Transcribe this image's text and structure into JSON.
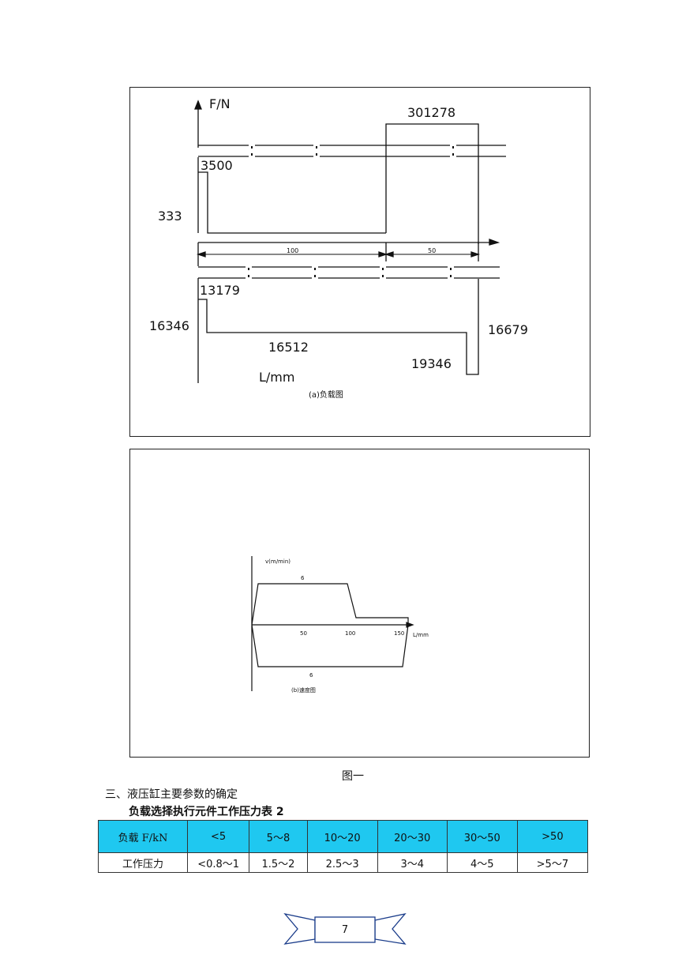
{
  "figure_a": {
    "y_axis_label": "F/N",
    "x_axis_label": "L/mm",
    "caption": "(a)负载图",
    "values": {
      "top_peak": "301278",
      "v3500": "3500",
      "v333": "333",
      "v13179": "13179",
      "v16346": "16346",
      "v16512": "16512",
      "v19346": "19346",
      "v16679": "16679"
    },
    "dim_100": "100",
    "dim_50": "50"
  },
  "figure_b": {
    "y_axis_label": "v(m/min)",
    "x_axis_label": "L/mm",
    "caption": "(b)速度图",
    "top_value": "6",
    "bottom_value": "6",
    "ticks": [
      "50",
      "100",
      "150"
    ]
  },
  "figure_caption": "图一",
  "section_heading": "三、液压缸主要参数的确定",
  "table_title": "负载选择执行元件工作压力表 2",
  "table": {
    "header": [
      "负载 F/kN",
      "<5",
      "5～8",
      "10～20",
      "20～30",
      "30～50",
      ">50"
    ],
    "row": [
      "工作压力",
      "<0.8～1",
      "1.5～2",
      "2.5～3",
      "3～4",
      "4～5",
      ">5～7"
    ]
  },
  "page_number": "7"
}
